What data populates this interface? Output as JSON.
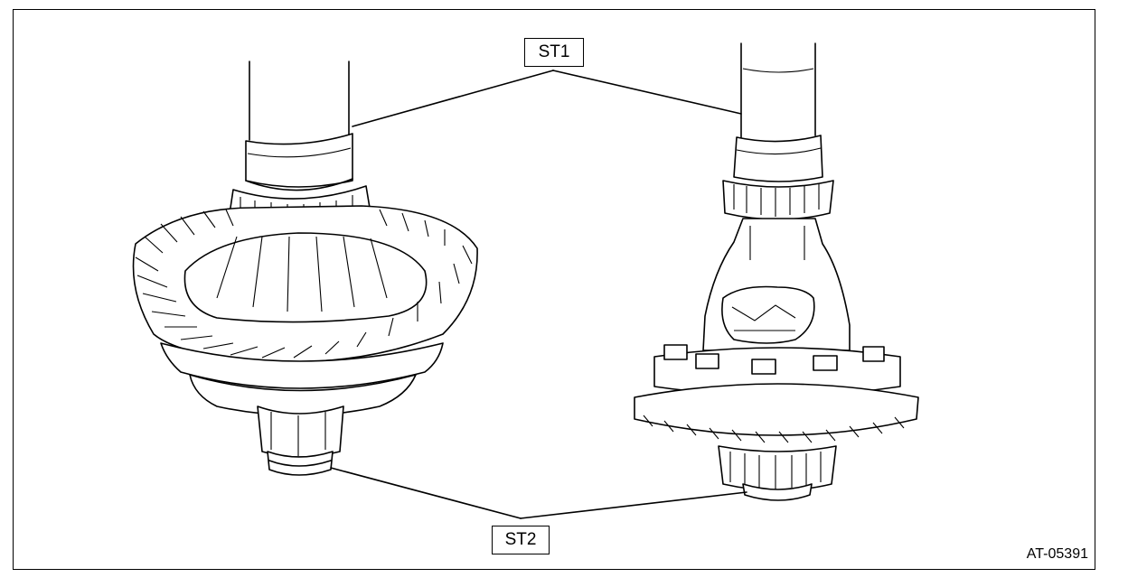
{
  "callouts": {
    "st1": "ST1",
    "st2": "ST2"
  },
  "figure_ref": "AT-05391"
}
